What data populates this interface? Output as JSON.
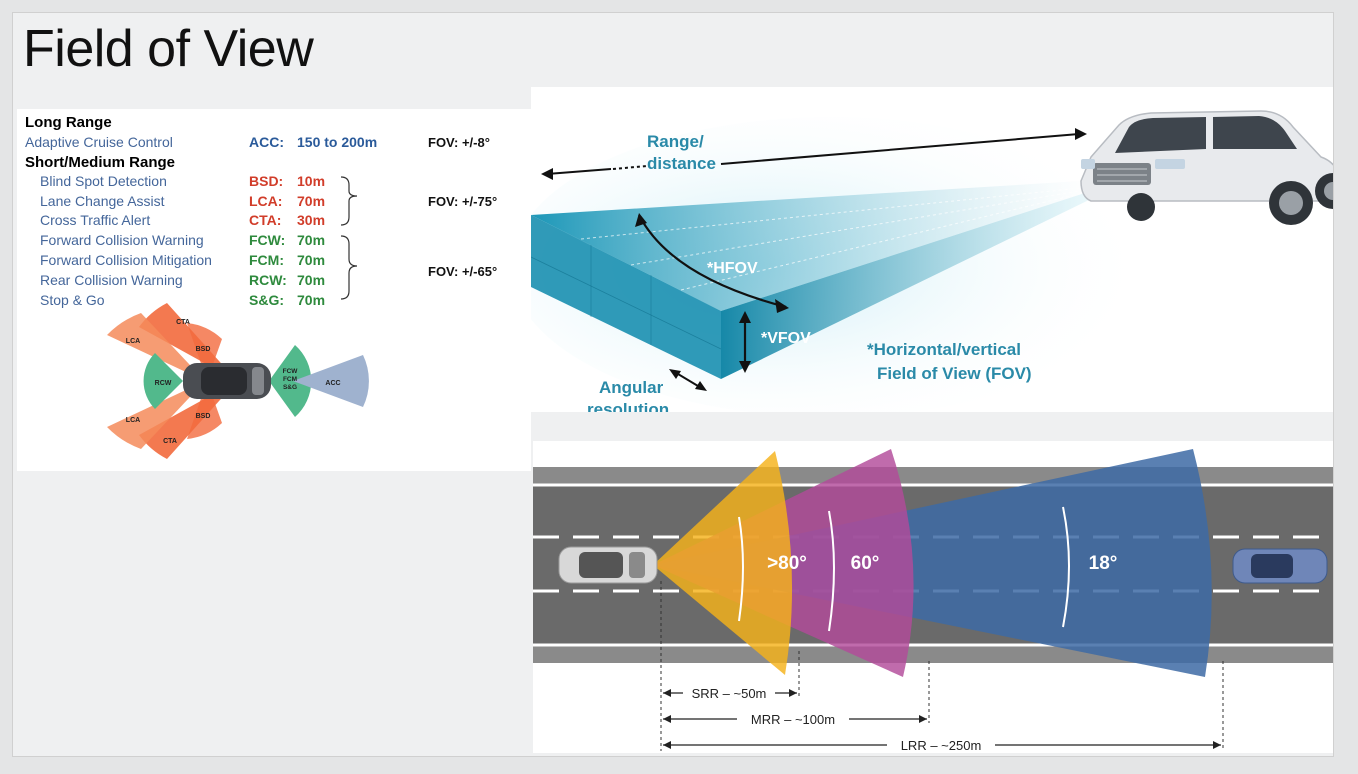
{
  "title": "Field of View",
  "sensor_table": {
    "long_range_heading": "Long Range",
    "short_medium_heading": "Short/Medium Range",
    "rows": [
      {
        "name": "Adaptive Cruise Control",
        "code": "ACC:",
        "range": "150 to 200m",
        "color": "#2a5a9a"
      },
      {
        "name": "Blind Spot Detection",
        "code": "BSD:",
        "range": "10m",
        "color": "#d13d2a"
      },
      {
        "name": "Lane Change Assist",
        "code": "LCA:",
        "range": "70m",
        "color": "#d13d2a"
      },
      {
        "name": "Cross Traffic Alert",
        "code": "CTA:",
        "range": "30m",
        "color": "#d13d2a"
      },
      {
        "name": "Forward Collision Warning",
        "code": "FCW:",
        "range": "70m",
        "color": "#2e8a3d"
      },
      {
        "name": "Forward Collision Mitigation",
        "code": "FCM:",
        "range": "70m",
        "color": "#2e8a3d"
      },
      {
        "name": "Rear Collision Warning",
        "code": "RCW:",
        "range": "70m",
        "color": "#2e8a3d"
      },
      {
        "name": "Stop & Go",
        "code": "S&G:",
        "range": "70m",
        "color": "#2e8a3d"
      }
    ],
    "fov_labels": [
      "FOV: +/-8°",
      "FOV: +/-75°",
      "FOV: +/-65°"
    ]
  },
  "car_coverage_diagram": {
    "labels": {
      "cta_top": "CTA",
      "lca_top": "LCA",
      "bsd_top": "BSD",
      "rcw": "RCW",
      "lca_bottom": "LCA",
      "bsd_bottom": "BSD",
      "cta_bottom": "CTA",
      "fcw": "FCW",
      "fcm": "FCM",
      "sg": "S&G",
      "acc": "ACC"
    },
    "colors": {
      "side": "#f26a3d",
      "rear": "#52b98c",
      "front_short": "#52b98c",
      "front_long": "#9fb2cf"
    }
  },
  "fov_diagram": {
    "range_label_line1": "Range/",
    "range_label_line2": "distance",
    "hfov_label": "*HFOV",
    "vfov_label": "*VFOV",
    "note_line1": "*Horizontal/vertical",
    "note_line2": "Field of View (FOV)",
    "angular_line1": "Angular",
    "angular_line2": "resolution",
    "beam_color": "#1c97b8"
  },
  "radar_ranges": {
    "cones": [
      {
        "angle_label": ">80°",
        "color": "#f5b21a"
      },
      {
        "angle_label": "60°",
        "color": "#b24a9a"
      },
      {
        "angle_label": "18°",
        "color": "#3d6aa5"
      }
    ],
    "dimensions": [
      "SRR – ~50m",
      "MRR – ~100m",
      "LRR – ~250m"
    ]
  }
}
